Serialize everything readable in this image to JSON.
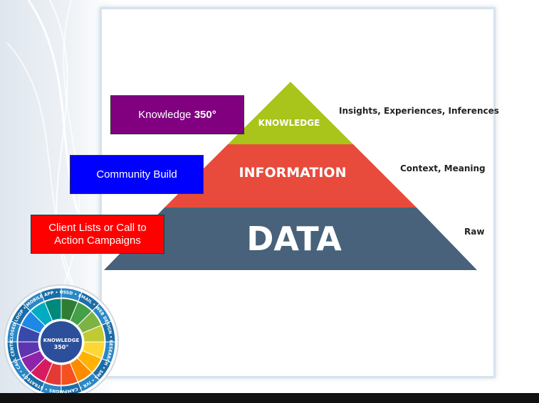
{
  "pyramid": {
    "tiers": [
      {
        "label": "KNOWLEDGE",
        "description": "Insights, Experiences, Inferences",
        "color": "#a9c41a"
      },
      {
        "label": "INFORMATION",
        "description": "Context, Meaning",
        "color": "#e84b3c"
      },
      {
        "label": "DATA",
        "description": "Raw",
        "color": "#47627a"
      }
    ]
  },
  "labels": {
    "knowledge_prefix": "Knowledge ",
    "knowledge_number": "350°",
    "community": "Community Build",
    "client_line1": "Client Lists or Call to",
    "client_line2": "Action Campaigns"
  },
  "wheel": {
    "center_line1": "KNOWLEDGE",
    "center_line2": "350°",
    "center_color": "#2b4f9a",
    "segments": [
      "CLOSED LOOP",
      "MOBILE APP",
      "USSD",
      "EMAIL",
      "WEB DESIGN",
      "RESEARCH",
      "SMS",
      "IVR",
      "CAMPAIGNS",
      "STRATEGY",
      "CALL CENTRE"
    ]
  },
  "colors": {
    "knowledge_box": "#800080",
    "community_box": "#0000ff",
    "client_box": "#ff0000"
  }
}
